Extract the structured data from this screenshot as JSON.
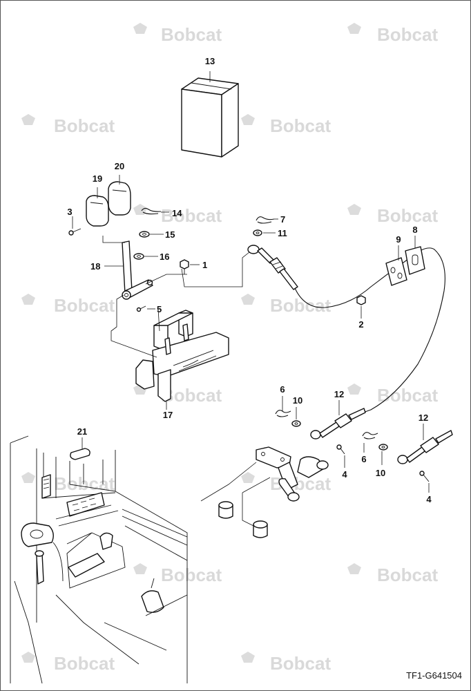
{
  "watermark": {
    "brand": "Bobcat"
  },
  "drawing_code": "TF1-G641504",
  "callouts": {
    "c1": "1",
    "c2": "2",
    "c3": "3",
    "c4a": "4",
    "c4b": "4",
    "c5": "5",
    "c6a": "6",
    "c6b": "6",
    "c7": "7",
    "c8": "8",
    "c9": "9",
    "c10a": "10",
    "c10b": "10",
    "c11": "11",
    "c12a": "12",
    "c12b": "12",
    "c13": "13",
    "c14": "14",
    "c15": "15",
    "c16": "16",
    "c17": "17",
    "c18": "18",
    "c19": "19",
    "c20": "20",
    "c21": "21"
  }
}
